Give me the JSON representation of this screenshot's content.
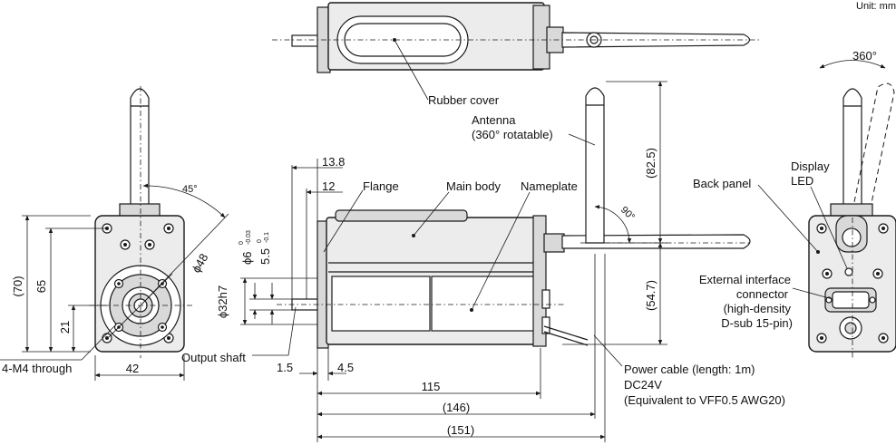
{
  "unit": "Unit: mm",
  "labels": {
    "rubber_cover": "Rubber cover",
    "antenna_1": "Antenna",
    "antenna_2": "(360° rotatable)",
    "flange": "Flange",
    "main_body": "Main body",
    "nameplate": "Nameplate",
    "back_panel": "Back panel",
    "display_led_1": "Display",
    "display_led_2": "LED",
    "ext_1": "External interface",
    "ext_2": "connector",
    "ext_3": "(high-density",
    "ext_4": "D-sub 15-pin)",
    "output_shaft": "Output shaft",
    "through": "4-M4 through",
    "power_1": "Power cable (length: 1m)",
    "power_2": "DC24V",
    "power_3": "(Equivalent to VFF0.5 AWG20)"
  },
  "dims": {
    "d_138": "13.8",
    "d_12": "12",
    "d_phi6": "ϕ6",
    "d_phi6_up": "0",
    "d_phi6_lo": "-0.03",
    "d_55": "5.5",
    "d_55_up": "0",
    "d_55_lo": "-0.1",
    "d_phi32": "ϕ32h7",
    "d_15": "1.5",
    "d_45": "4.5",
    "d_115": "115",
    "d_146": "(146)",
    "d_151": "(151)",
    "d_825": "(82.5)",
    "d_547": "(54.7)",
    "d_90": "90°",
    "d_70": "(70)",
    "d_65": "65",
    "d_21": "21",
    "d_42": "42",
    "d_phi48": "ϕ48",
    "d_45deg": "45°",
    "d_360": "360°"
  }
}
